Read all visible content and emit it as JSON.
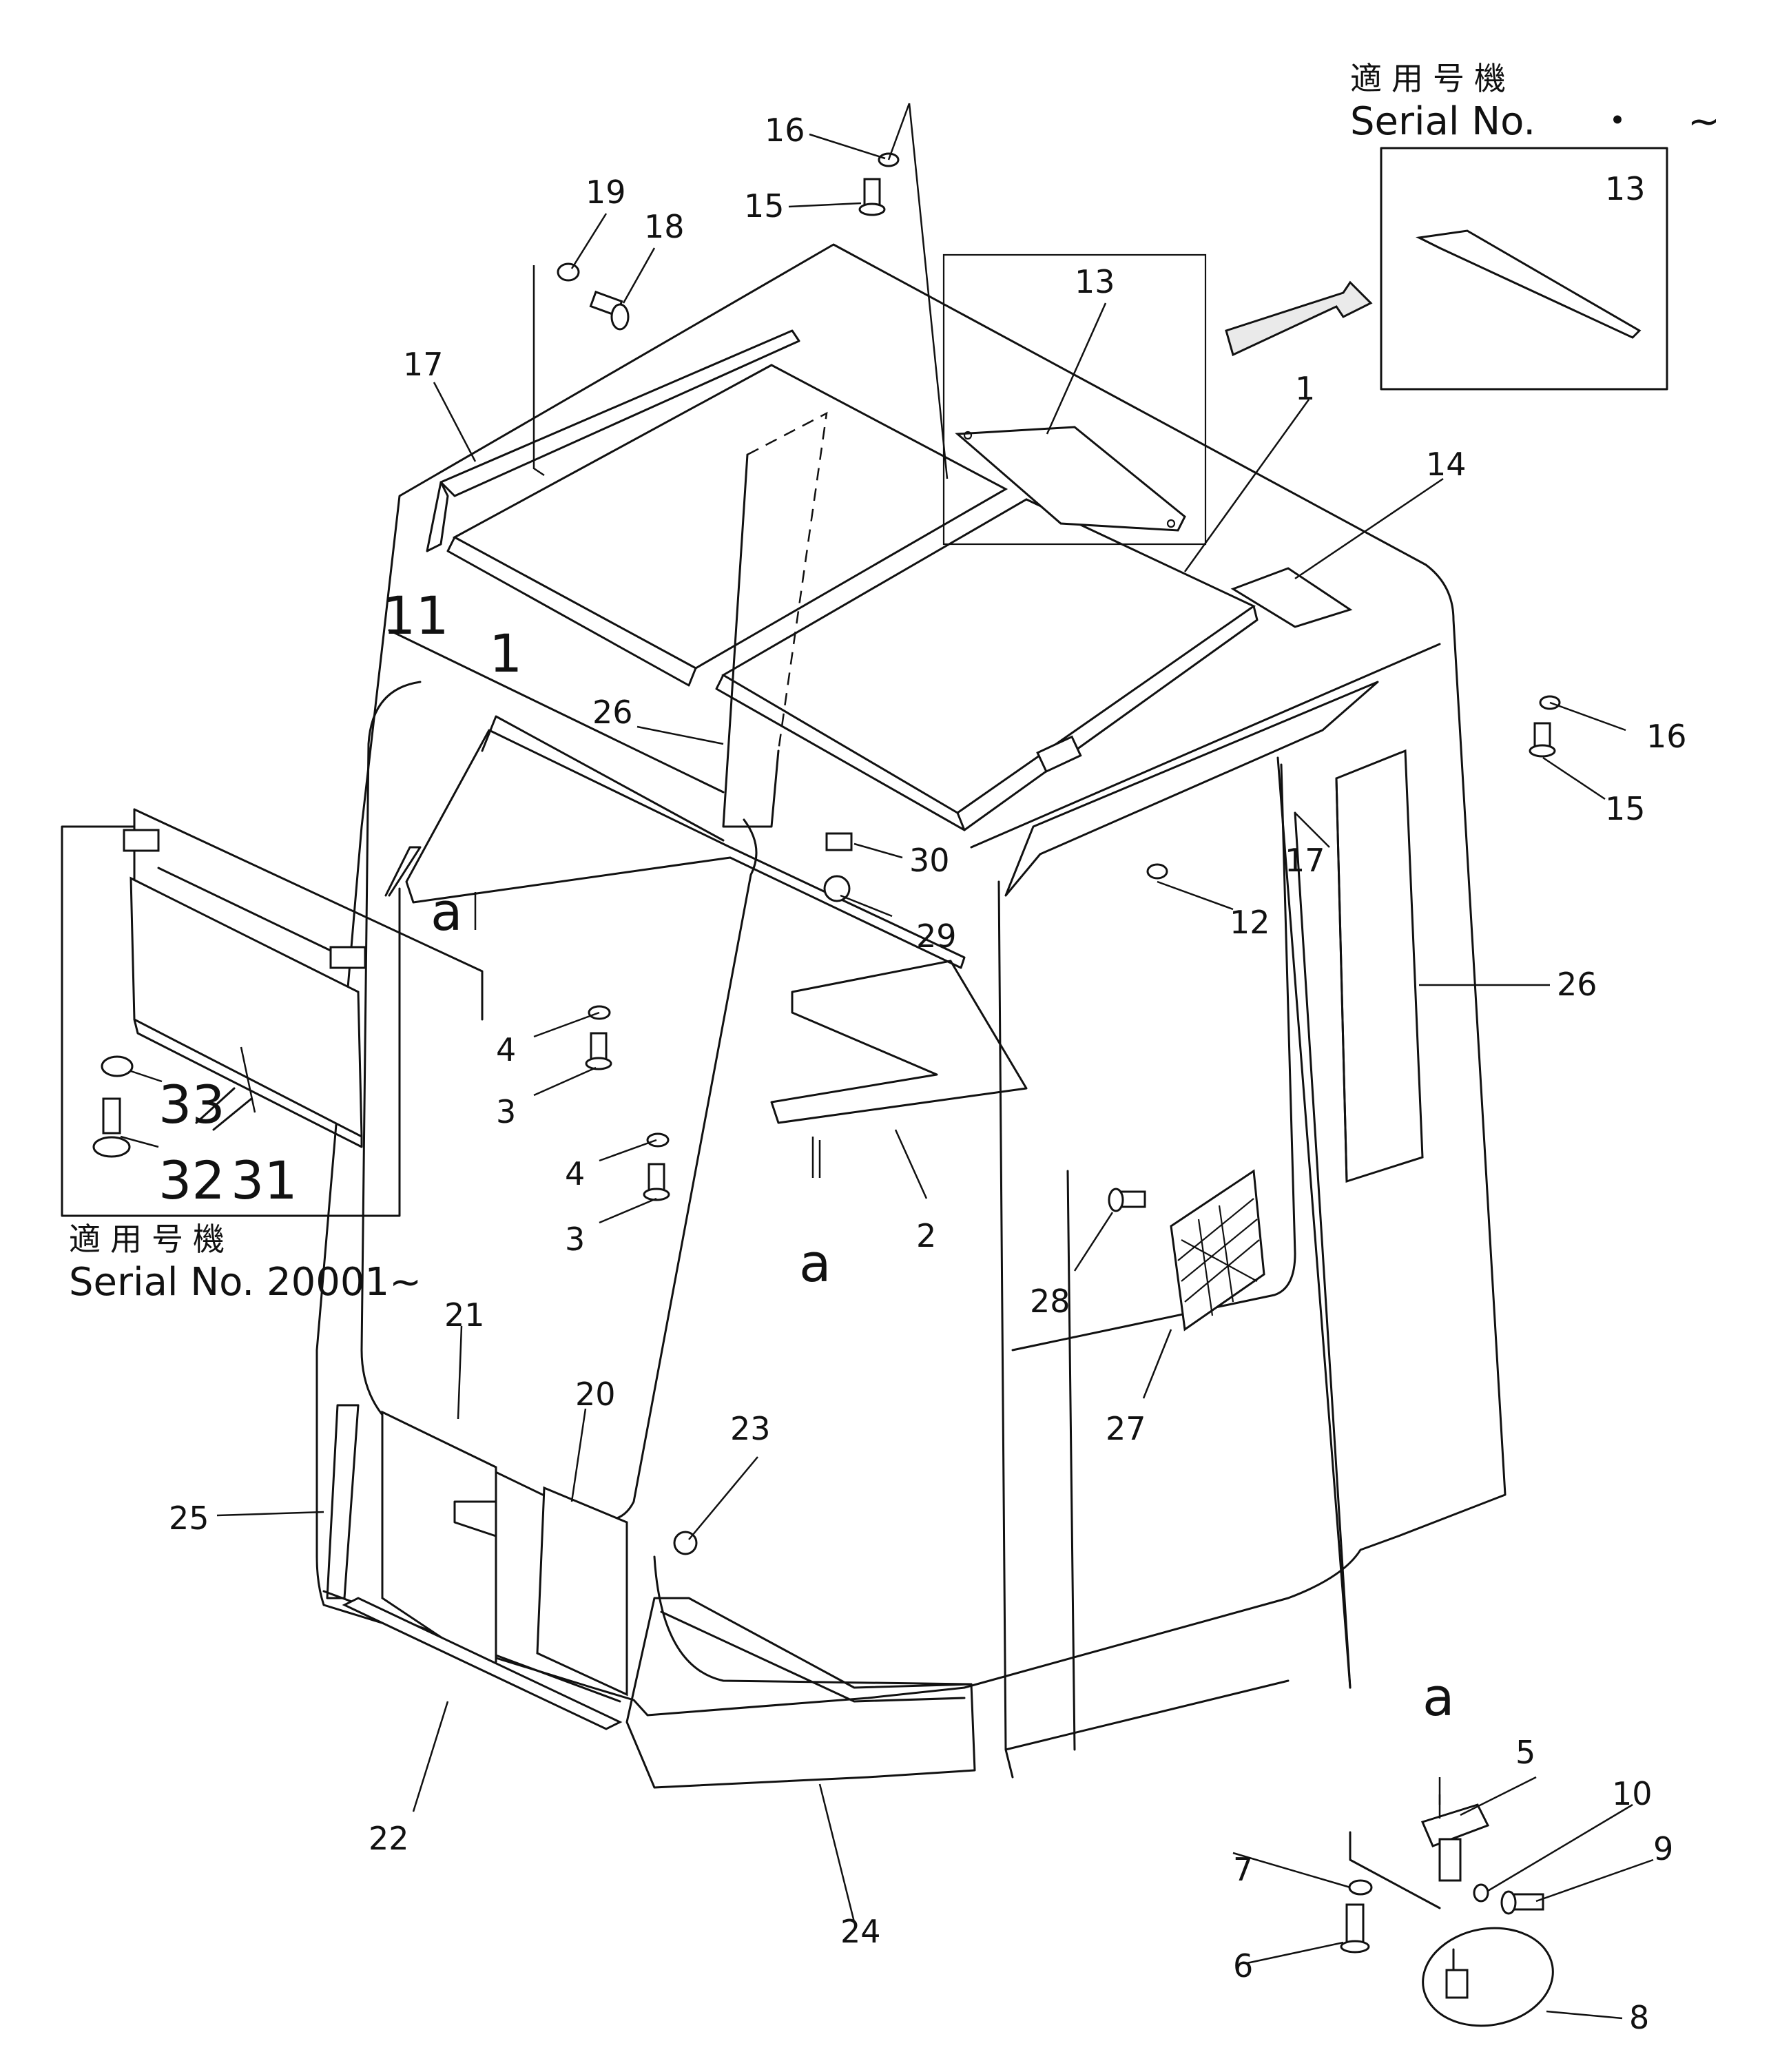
{
  "labels": {
    "l1a": "1",
    "l1b": "1",
    "l2": "2",
    "l3a": "3",
    "l3b": "3",
    "l4a": "4",
    "l4b": "4",
    "l5": "5",
    "l6": "6",
    "l7": "7",
    "l8": "8",
    "l9": "9",
    "l10": "10",
    "l11": "11",
    "l12": "12",
    "l13a": "13",
    "l13b": "13",
    "l14": "14",
    "l15a": "15",
    "l15b": "15",
    "l16a": "16",
    "l16b": "16",
    "l17a": "17",
    "l17b": "17",
    "l18": "18",
    "l19": "19",
    "l20": "20",
    "l21": "21",
    "l22": "22",
    "l23": "23",
    "l24": "24",
    "l25": "25",
    "l26a": "26",
    "l26b": "26",
    "l27": "27",
    "l28": "28",
    "l29": "29",
    "l30": "30",
    "l31": "31",
    "l32": "32",
    "l33": "33",
    "la1": "a",
    "la2": "a",
    "la3": "a"
  },
  "serial_top": {
    "jp": "適用号機",
    "text": "Serial No.",
    "dot": "・",
    "tilde": "~"
  },
  "serial_left": {
    "jp": "適用号機",
    "text": "Serial No. 20001~"
  }
}
